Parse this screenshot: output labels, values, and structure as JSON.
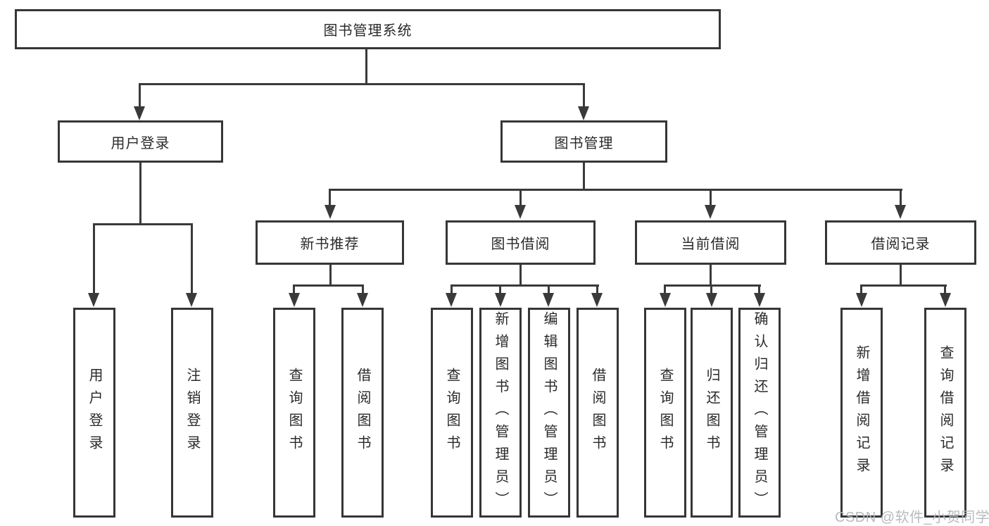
{
  "diagram": {
    "root": {
      "label": "图书管理系统"
    },
    "level2": [
      {
        "label": "用户登录",
        "children": [
          {
            "label": "用户登录"
          },
          {
            "label": "注销登录"
          }
        ]
      },
      {
        "label": "图书管理",
        "children": [
          {
            "label": "新书推荐",
            "children": [
              {
                "label": "查询图书"
              },
              {
                "label": "借阅图书"
              }
            ]
          },
          {
            "label": "图书借阅",
            "children": [
              {
                "label": "查询图书"
              },
              {
                "label": "新增图书（管理员）"
              },
              {
                "label": "编辑图书（管理员）"
              },
              {
                "label": "借阅图书"
              }
            ]
          },
          {
            "label": "当前借阅",
            "children": [
              {
                "label": "查询图书"
              },
              {
                "label": "归还图书"
              },
              {
                "label": "确认归还（管理员）"
              }
            ]
          },
          {
            "label": "借阅记录",
            "children": [
              {
                "label": "新增借阅记录"
              },
              {
                "label": "查询借阅记录"
              }
            ]
          }
        ]
      }
    ]
  },
  "watermark": {
    "text": "CSDN @软件_小贺同学"
  },
  "colors": {
    "line": "#3a3a3a",
    "node_border": "#363636",
    "text": "#2a2a2a",
    "watermark": "#b4b8bc",
    "background": "#ffffff"
  }
}
